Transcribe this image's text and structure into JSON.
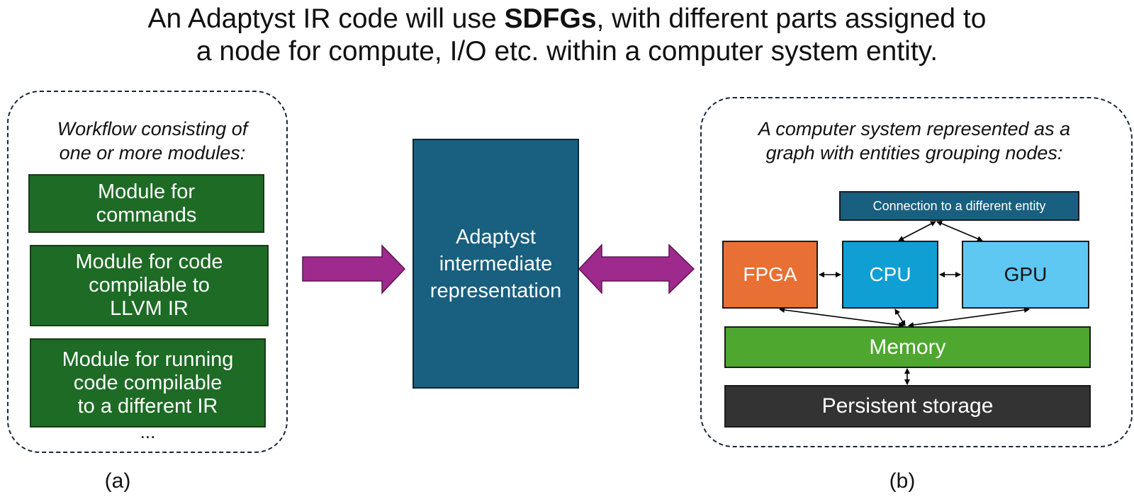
{
  "title": {
    "line1_pre": "An Adaptyst IR code will use ",
    "line1_bold": "SDFGs",
    "line1_post": ", with different parts assigned to",
    "line2": "a node for compute, I/O etc. within a computer system entity."
  },
  "panel_a": {
    "caption_line1": "Workflow consisting of",
    "caption_line2": "one or more modules:",
    "modules": [
      {
        "lines": [
          "Module for",
          "commands"
        ]
      },
      {
        "lines": [
          "Module for code",
          "compilable to",
          "LLVM IR"
        ]
      },
      {
        "lines": [
          "Module for running",
          "code compilable",
          "to a different IR"
        ]
      }
    ],
    "ellipsis": "...",
    "label": "(a)"
  },
  "center": {
    "lines": [
      "Adaptyst",
      "intermediate",
      "representation"
    ],
    "arrow_color": "#9e2a8e"
  },
  "panel_b": {
    "caption_line1": "A computer system represented as a",
    "caption_line2": "graph with entities grouping nodes:",
    "nodes": {
      "connection": "Connection to a different entity",
      "fpga": "FPGA",
      "cpu": "CPU",
      "gpu": "GPU",
      "memory": "Memory",
      "storage": "Persistent storage"
    },
    "colors": {
      "connection": "#185f80",
      "fpga": "#e87035",
      "cpu": "#109fd3",
      "gpu": "#5ec8f2",
      "memory": "#4ea72e",
      "storage": "#333333",
      "module": "#1d6b25"
    },
    "label": "(b)"
  }
}
